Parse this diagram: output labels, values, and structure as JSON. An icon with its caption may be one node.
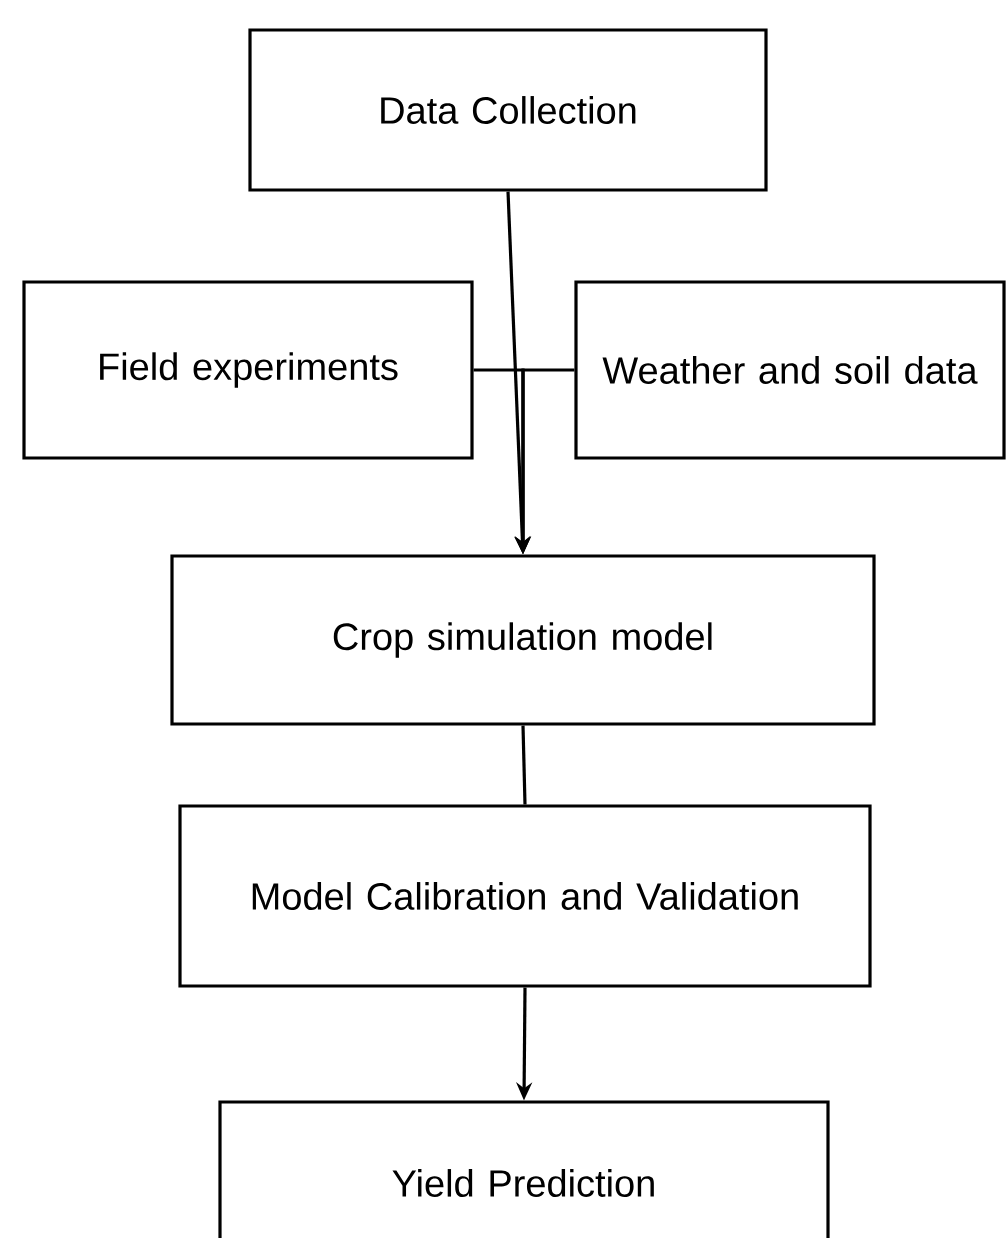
{
  "diagram": {
    "nodes": [
      {
        "text": [
          "Data Collection"
        ]
      },
      {
        "text": [
          "Field experiments"
        ]
      },
      {
        "text": [
          "Weather and soil data"
        ]
      },
      {
        "text": [
          "Crop simulation model"
        ]
      },
      {
        "text": [
          "Model Calibration and Validation"
        ]
      },
      {
        "text": [
          "Yield Prediction"
        ]
      }
    ],
    "edges": [
      {
        "from": 0,
        "to": 3,
        "arrow": "to"
      },
      {
        "from": 1,
        "to": 3,
        "arrow": "to"
      },
      {
        "from": 2,
        "to": 3,
        "arrow": "to"
      },
      {
        "from": 3,
        "to": 4,
        "arrow": "none"
      },
      {
        "from": 4,
        "to": 5,
        "arrow": "to"
      }
    ]
  }
}
